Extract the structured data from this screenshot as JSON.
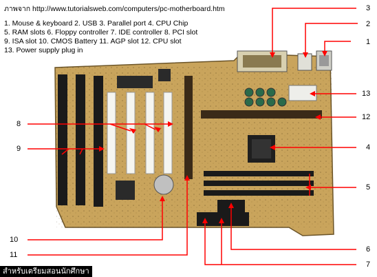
{
  "source_line": "ภาพจาก http://www.tutorialsweb.com/computers/pc-motherboard.htm",
  "legend": [
    "1. Mouse & keyboard  2. USB   3. Parallel port   4. CPU Chip",
    "5. RAM slots  6. Floppy controller   7. IDE controller  8. PCI slot",
    "9. ISA slot  10. CMOS Battery  11. AGP slot   12. CPU slot",
    "13. Power supply plug in"
  ],
  "callouts": [
    "1",
    "2",
    "3",
    "4",
    "5",
    "6",
    "7",
    "8",
    "9",
    "10",
    "11",
    "12",
    "13"
  ],
  "footer": "สำหรับเตรียมสอนนักศึกษา",
  "colors": {
    "arrow": "#ff0000",
    "pcb": "#c9a45c",
    "slot_white": "#f5f5f0",
    "slot_black": "#1a1a1a"
  }
}
